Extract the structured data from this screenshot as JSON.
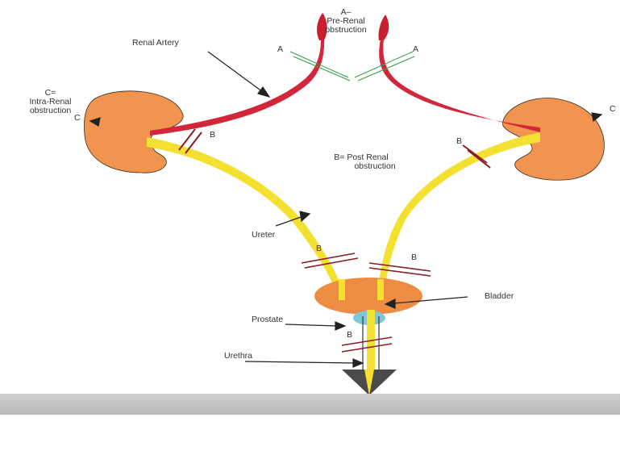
{
  "labels": {
    "pre_renal_title": "A–",
    "pre_renal_line1": "Pre-Renal",
    "pre_renal_line2": "obstruction",
    "renal_artery": "Renal Artery",
    "a_left": "A",
    "a_right": "A",
    "intra_renal_title": "C=",
    "intra_renal_line1": "Intra-Renal",
    "intra_renal_line2": "obstruction",
    "c_left": "C",
    "c_right": "C",
    "b_left": "B",
    "b_right": "B",
    "post_renal_line1": "B= Post Renal",
    "post_renal_line2": "obstruction",
    "ureter": "Ureter",
    "b_ureter_left": "B",
    "b_ureter_right": "B",
    "bladder": "Bladder",
    "prostate": "Prostate",
    "b_urethra": "B",
    "urethra": "Urethra"
  },
  "colors": {
    "kidney": "#f0944f",
    "kidney_outline": "#3a2a20",
    "artery": "#d4263a",
    "artery_dark": "#a81c2c",
    "ureter": "#f4e030",
    "bladder": "#ee8c44",
    "prostate": "#7fc7d8",
    "obstruction_mark": "#8a1e22",
    "artery_mark": "#3aa050",
    "urethra_funnel": "#4a4a4a",
    "floor": "#bdbdbd"
  }
}
